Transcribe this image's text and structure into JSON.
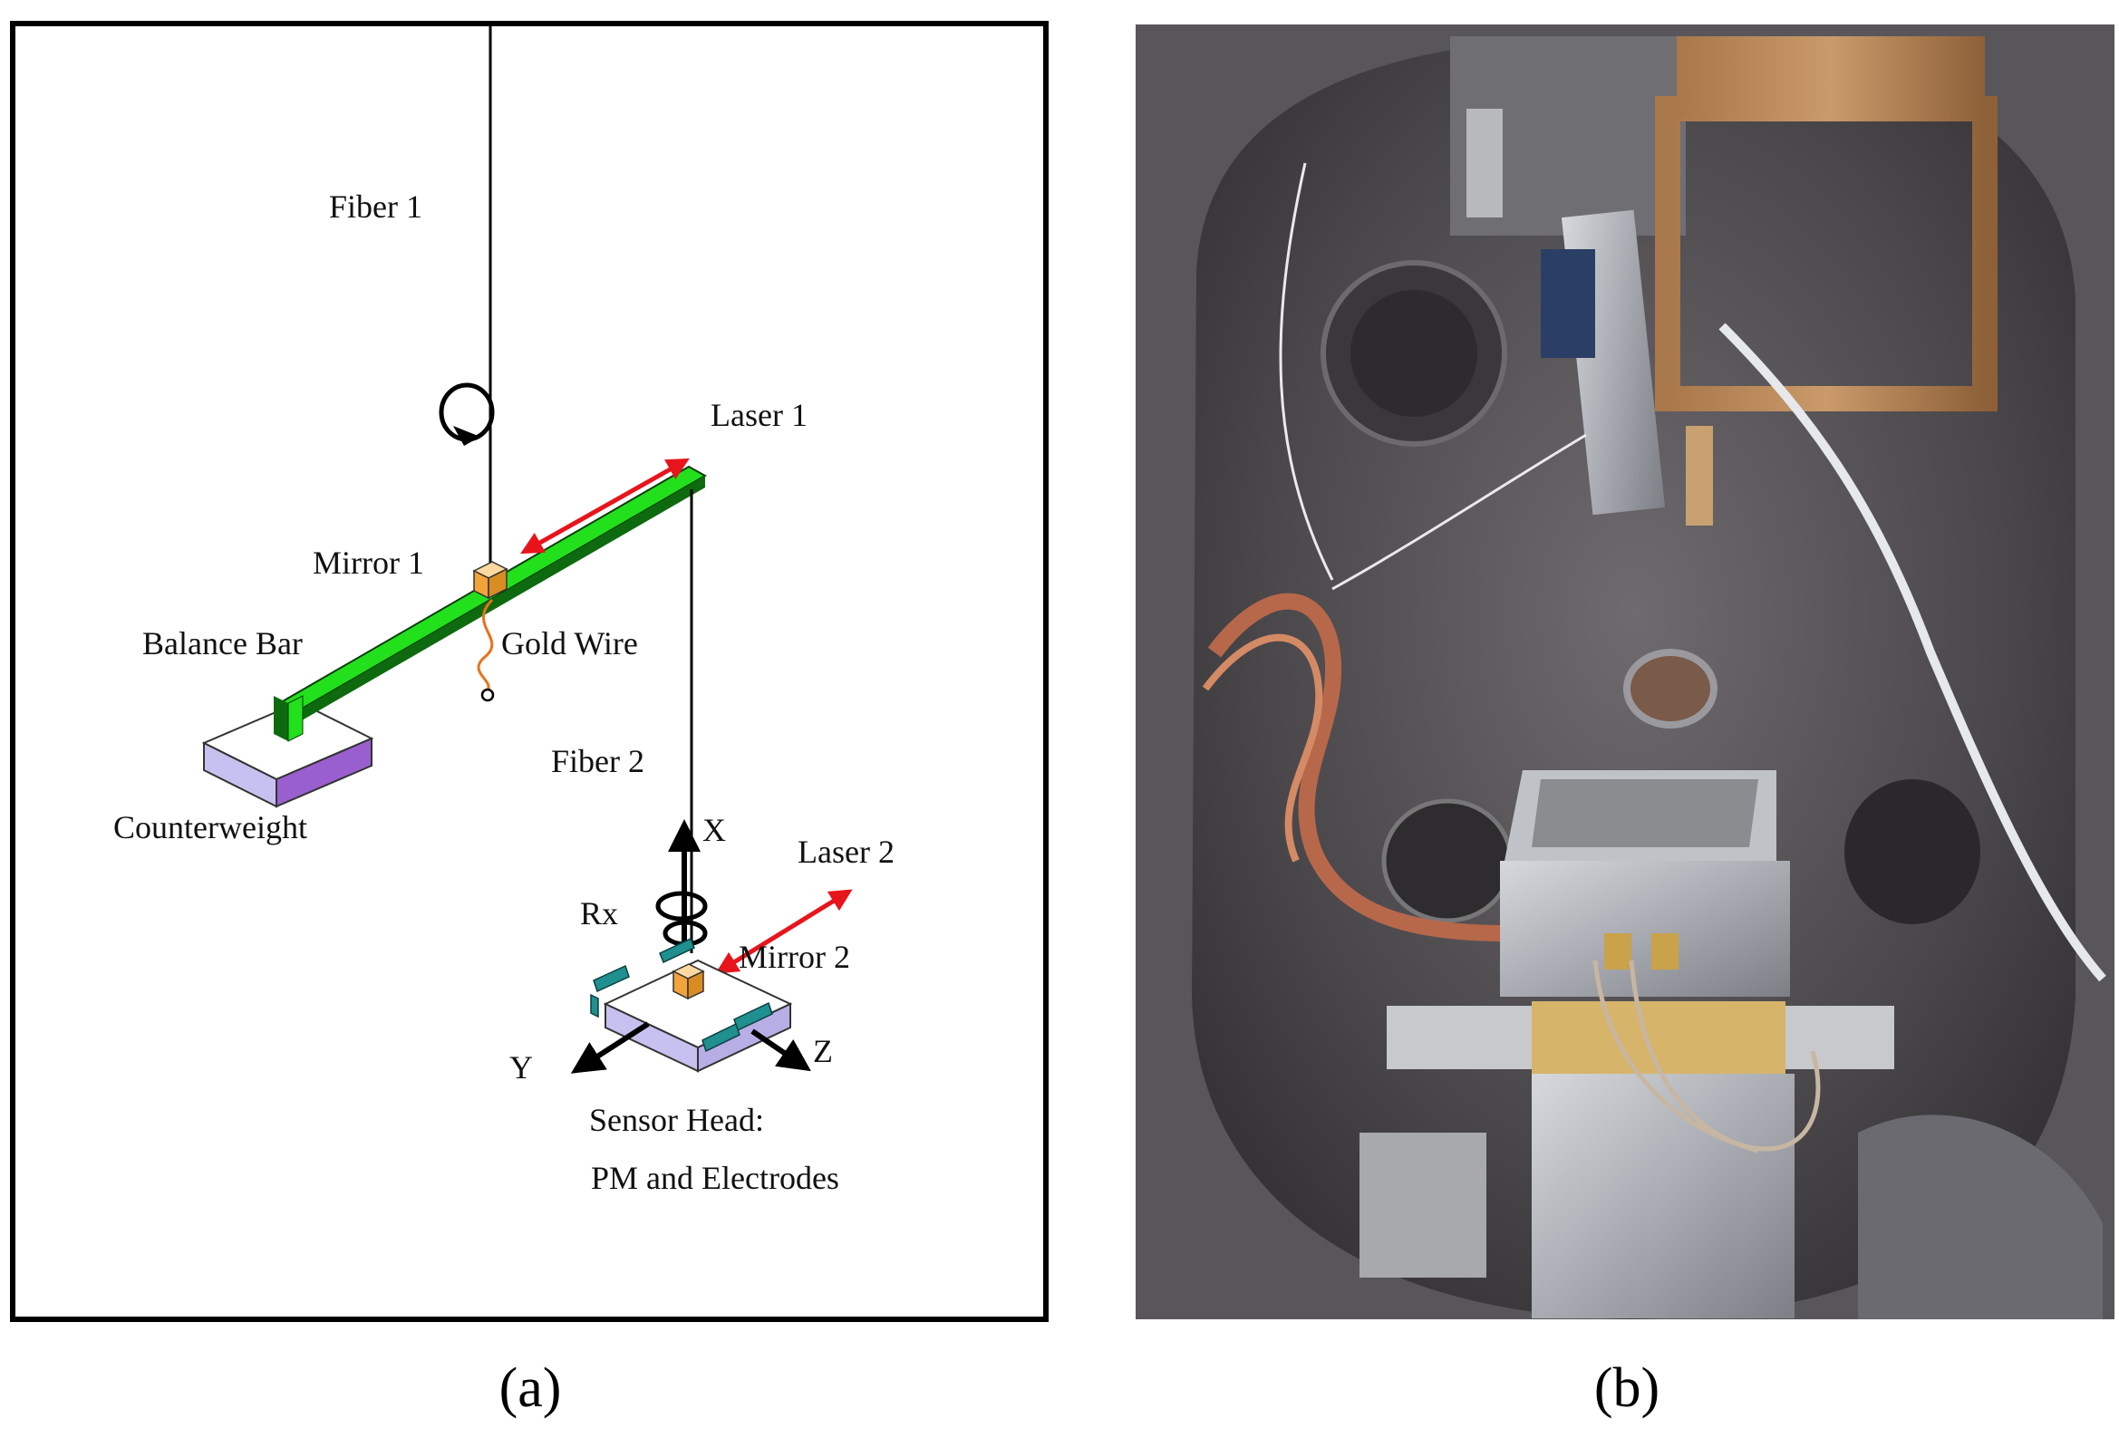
{
  "panel_a": {
    "labels": {
      "fiber1": "Fiber 1",
      "laser1": "Laser 1",
      "mirror1": "Mirror 1",
      "balance_bar": "Balance Bar",
      "gold_wire": "Gold Wire",
      "fiber2": "Fiber 2",
      "counterweight": "Counterweight",
      "x_axis": "X",
      "laser2": "Laser 2",
      "rx": "Rx",
      "mirror2": "Mirror 2",
      "y_axis": "Y",
      "z_axis": "Z",
      "sensor_head_line1": "Sensor Head:",
      "sensor_head_line2": "PM and Electrodes"
    },
    "colors": {
      "balance_bar": "#22e01c",
      "mirror": "#f2a33a",
      "laser_arrow": "#e8141c",
      "gold_wire": "#e8731c",
      "electrode": "#1f8f8f",
      "base_top": "#ffffff",
      "base_side": "#b9b3ea",
      "base_side_dark": "#9a5fcf"
    },
    "icons": [
      "rotation-arrow-icon",
      "helix-rotation-icon"
    ]
  },
  "panel_b": {
    "photo": "vacuum-chamber-photo"
  },
  "captions": {
    "a": "(a)",
    "b": "(b)"
  }
}
